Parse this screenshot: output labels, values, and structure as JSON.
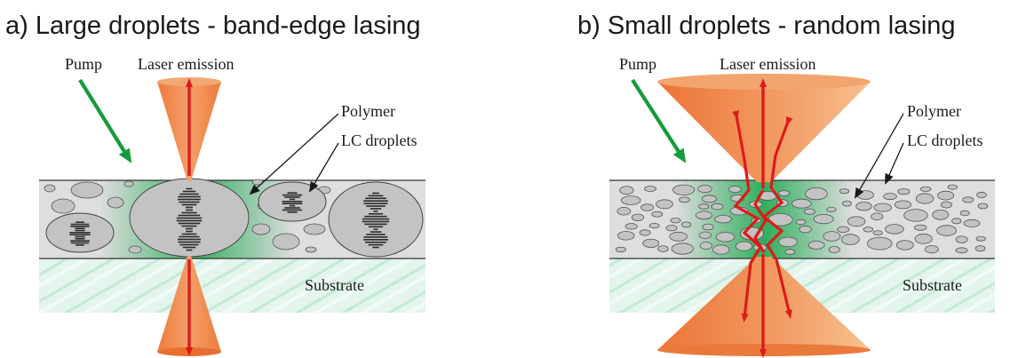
{
  "panels": [
    {
      "title": "a) Large droplets - band-edge lasing",
      "pump_label": "Pump",
      "emission_label": "Laser emission",
      "polymer_label": "Polymer",
      "lc_label": "LC droplets",
      "substrate_label": "Substrate"
    },
    {
      "title": "b) Small droplets - random lasing",
      "pump_label": "Pump",
      "emission_label": "Laser emission",
      "polymer_label": "Polymer",
      "lc_label": "LC droplets",
      "substrate_label": "Substrate"
    }
  ],
  "colors": {
    "pump_arrow": "#159a3c",
    "laser_cone": "#f08850",
    "laser_arrow": "#dd1a1a",
    "polymer": "#dedede",
    "droplet": "#c3c3c3",
    "substrate": "#d8f1e6",
    "gain_region": "#2fae5c"
  }
}
